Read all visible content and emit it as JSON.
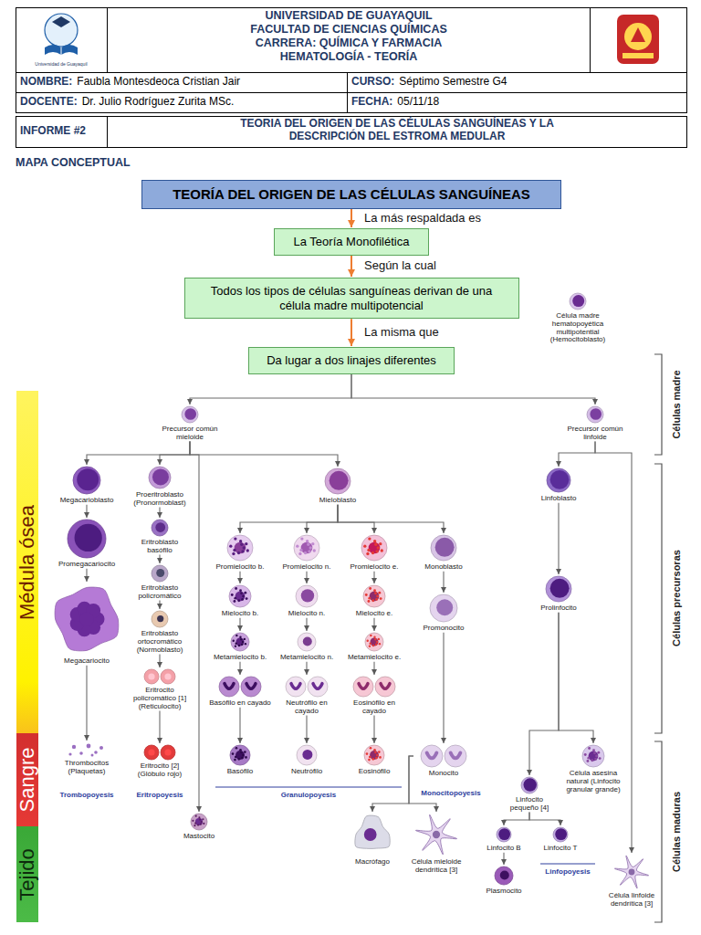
{
  "diagram": {
    "title": "MAPA CONCEPTUAL",
    "nodes": [
      {
        "text": [
          "TEORÍA DEL ORIGEN DE LAS CÉLULAS SANGUÍNEAS"
        ]
      },
      {
        "text": [
          "La Teoría Monofilética"
        ]
      },
      {
        "text": [
          "Todos los tipos de células sanguíneas derivan de una célula madre multipotencial"
        ]
      },
      {
        "text": [
          "Da lugar a dos linajes diferentes"
        ]
      },
      {
        "text": [
          "Célula madre hematopoyética multipotential (Hemocitoblasto)"
        ]
      },
      {
        "text": [
          "Precursor común mieloide"
        ]
      },
      {
        "text": [
          "Precursor común linfoide"
        ]
      },
      {
        "text": [
          "Megacarioblasto"
        ]
      },
      {
        "text": [
          "Promegacariocito"
        ]
      },
      {
        "text": [
          "Megacariocito"
        ]
      },
      {
        "text": [
          "Thrombocitos (Plaquetas)"
        ]
      },
      {
        "text": [
          "Proeritroblasto (Pronormoblast)"
        ]
      },
      {
        "text": [
          "Eritroblasto basófilo"
        ]
      },
      {
        "text": [
          "Eritroblasto policromático"
        ]
      },
      {
        "text": [
          "Eritroblasto ortocromático (Normoblasto)"
        ]
      },
      {
        "text": [
          "Eritrocito policromático [1] (Reticulocito)"
        ]
      },
      {
        "text": [
          "Eritrocito [2] (Glóbulo rojo)"
        ]
      },
      {
        "text": [
          "Mieloblasto"
        ]
      },
      {
        "text": [
          "Promielocito b."
        ]
      },
      {
        "text": [
          "Mielocito b."
        ]
      },
      {
        "text": [
          "Metamielocito b."
        ]
      },
      {
        "text": [
          "Basófilo en cayado"
        ]
      },
      {
        "text": [
          "Basófilo"
        ]
      },
      {
        "text": [
          "Promielocito n."
        ]
      },
      {
        "text": [
          "Mielocito n."
        ]
      },
      {
        "text": [
          "Metamielocito n."
        ]
      },
      {
        "text": [
          "Neutrófilo en cayado"
        ]
      },
      {
        "text": [
          "Neutrófilo"
        ]
      },
      {
        "text": [
          "Promielocito e."
        ]
      },
      {
        "text": [
          "Mielocito e."
        ]
      },
      {
        "text": [
          "Metamielocito e."
        ]
      },
      {
        "text": [
          "Eosinófilo en cayado"
        ]
      },
      {
        "text": [
          "Eosinófilo"
        ]
      },
      {
        "text": [
          "Monoblasto"
        ]
      },
      {
        "text": [
          "Promonocito"
        ]
      },
      {
        "text": [
          "Monocito"
        ]
      },
      {
        "text": [
          "Macrófago"
        ]
      },
      {
        "text": [
          "Célula mieloide dendrítica [3]"
        ]
      },
      {
        "text": [
          "Mastocito"
        ]
      },
      {
        "text": [
          "Linfoblasto"
        ]
      },
      {
        "text": [
          "Prolinfocito"
        ]
      },
      {
        "text": [
          "Célula asesina natural (Linfocito granular grande)"
        ]
      },
      {
        "text": [
          "Linfocito pequeño [4]"
        ]
      },
      {
        "text": [
          "Linfocito B"
        ]
      },
      {
        "text": [
          "Linfocito T"
        ]
      },
      {
        "text": [
          "Plasmocito"
        ]
      },
      {
        "text": [
          "Célula linfoide dendrítica [3]"
        ]
      },
      {
        "text": [
          "Médula ósea"
        ]
      },
      {
        "text": [
          "Sangre"
        ]
      },
      {
        "text": [
          "Tejido"
        ]
      }
    ],
    "edges": [
      {
        "from": 0,
        "to": 1,
        "arrow": "to",
        "label": "La más respaldada es"
      },
      {
        "from": 1,
        "to": 2,
        "arrow": "to",
        "label": "Según la cual"
      },
      {
        "from": 2,
        "to": 3,
        "arrow": "to",
        "label": "La misma que"
      },
      {
        "from": 3,
        "to": 5,
        "arrow": "to"
      },
      {
        "from": 3,
        "to": 6,
        "arrow": "to"
      },
      {
        "from": 5,
        "to": 7,
        "arrow": "to"
      },
      {
        "from": 5,
        "to": 11,
        "arrow": "to"
      },
      {
        "from": 5,
        "to": 17,
        "arrow": "to"
      },
      {
        "from": 5,
        "to": 38,
        "arrow": "to"
      },
      {
        "from": 7,
        "to": 8,
        "arrow": "to"
      },
      {
        "from": 8,
        "to": 9,
        "arrow": "to"
      },
      {
        "from": 9,
        "to": 10,
        "arrow": "to"
      },
      {
        "from": 11,
        "to": 12,
        "arrow": "to"
      },
      {
        "from": 12,
        "to": 13,
        "arrow": "to"
      },
      {
        "from": 13,
        "to": 14,
        "arrow": "to"
      },
      {
        "from": 14,
        "to": 15,
        "arrow": "to"
      },
      {
        "from": 15,
        "to": 16,
        "arrow": "to"
      },
      {
        "from": 17,
        "to": 18,
        "arrow": "to"
      },
      {
        "from": 17,
        "to": 23,
        "arrow": "to"
      },
      {
        "from": 17,
        "to": 28,
        "arrow": "to"
      },
      {
        "from": 17,
        "to": 33,
        "arrow": "to"
      },
      {
        "from": 18,
        "to": 19,
        "arrow": "to"
      },
      {
        "from": 19,
        "to": 20,
        "arrow": "to"
      },
      {
        "from": 20,
        "to": 21,
        "arrow": "to"
      },
      {
        "from": 21,
        "to": 22,
        "arrow": "to"
      },
      {
        "from": 23,
        "to": 24,
        "arrow": "to"
      },
      {
        "from": 24,
        "to": 25,
        "arrow": "to"
      },
      {
        "from": 25,
        "to": 26,
        "arrow": "to"
      },
      {
        "from": 26,
        "to": 27,
        "arrow": "to"
      },
      {
        "from": 28,
        "to": 29,
        "arrow": "to"
      },
      {
        "from": 29,
        "to": 30,
        "arrow": "to"
      },
      {
        "from": 30,
        "to": 31,
        "arrow": "to"
      },
      {
        "from": 31,
        "to": 32,
        "arrow": "to"
      },
      {
        "from": 33,
        "to": 34,
        "arrow": "to"
      },
      {
        "from": 34,
        "to": 35,
        "arrow": "to"
      },
      {
        "from": 35,
        "to": 36,
        "arrow": "to"
      },
      {
        "from": 35,
        "to": 37,
        "arrow": "to"
      },
      {
        "from": 6,
        "to": 39,
        "arrow": "to"
      },
      {
        "from": 6,
        "to": 46,
        "arrow": "to"
      },
      {
        "from": 39,
        "to": 40,
        "arrow": "to"
      },
      {
        "from": 40,
        "to": 41,
        "arrow": "to"
      },
      {
        "from": 40,
        "to": 42,
        "arrow": "to"
      },
      {
        "from": 42,
        "to": 43,
        "arrow": "to"
      },
      {
        "from": 42,
        "to": 44,
        "arrow": "to"
      },
      {
        "from": 43,
        "to": 45,
        "arrow": "to"
      }
    ],
    "labels": [
      "Universidad de Guayaquil",
      "UNIVERSIDAD DE GUAYAQUIL",
      "FACULTAD DE CIENCIAS QUÍMICAS",
      "CARRERA: QUÍMICA Y FARMACIA",
      "HEMATOLOGÍA - TEORÍA",
      "NOMBRE:",
      "Faubla Montesdeoca Cristian Jair",
      "CURSO:",
      "Séptimo Semestre G4",
      "DOCENTE:",
      "Dr. Julio Rodríguez Zurita MSc.",
      "FECHA:",
      "05/11/18",
      "INFORME #2",
      "TEORIA DEL ORIGEN DE LAS CÉLULAS SANGUÍNEAS Y LA DESCRIPCIÓN DEL ESTROMA MEDULAR",
      "Células madre",
      "Células precursoras",
      "Células maduras",
      "Trombopoyesis",
      "Eritropoyesis",
      "Granulopoyesis",
      "Monocitopoyesis",
      "Linfopoyesis"
    ]
  }
}
